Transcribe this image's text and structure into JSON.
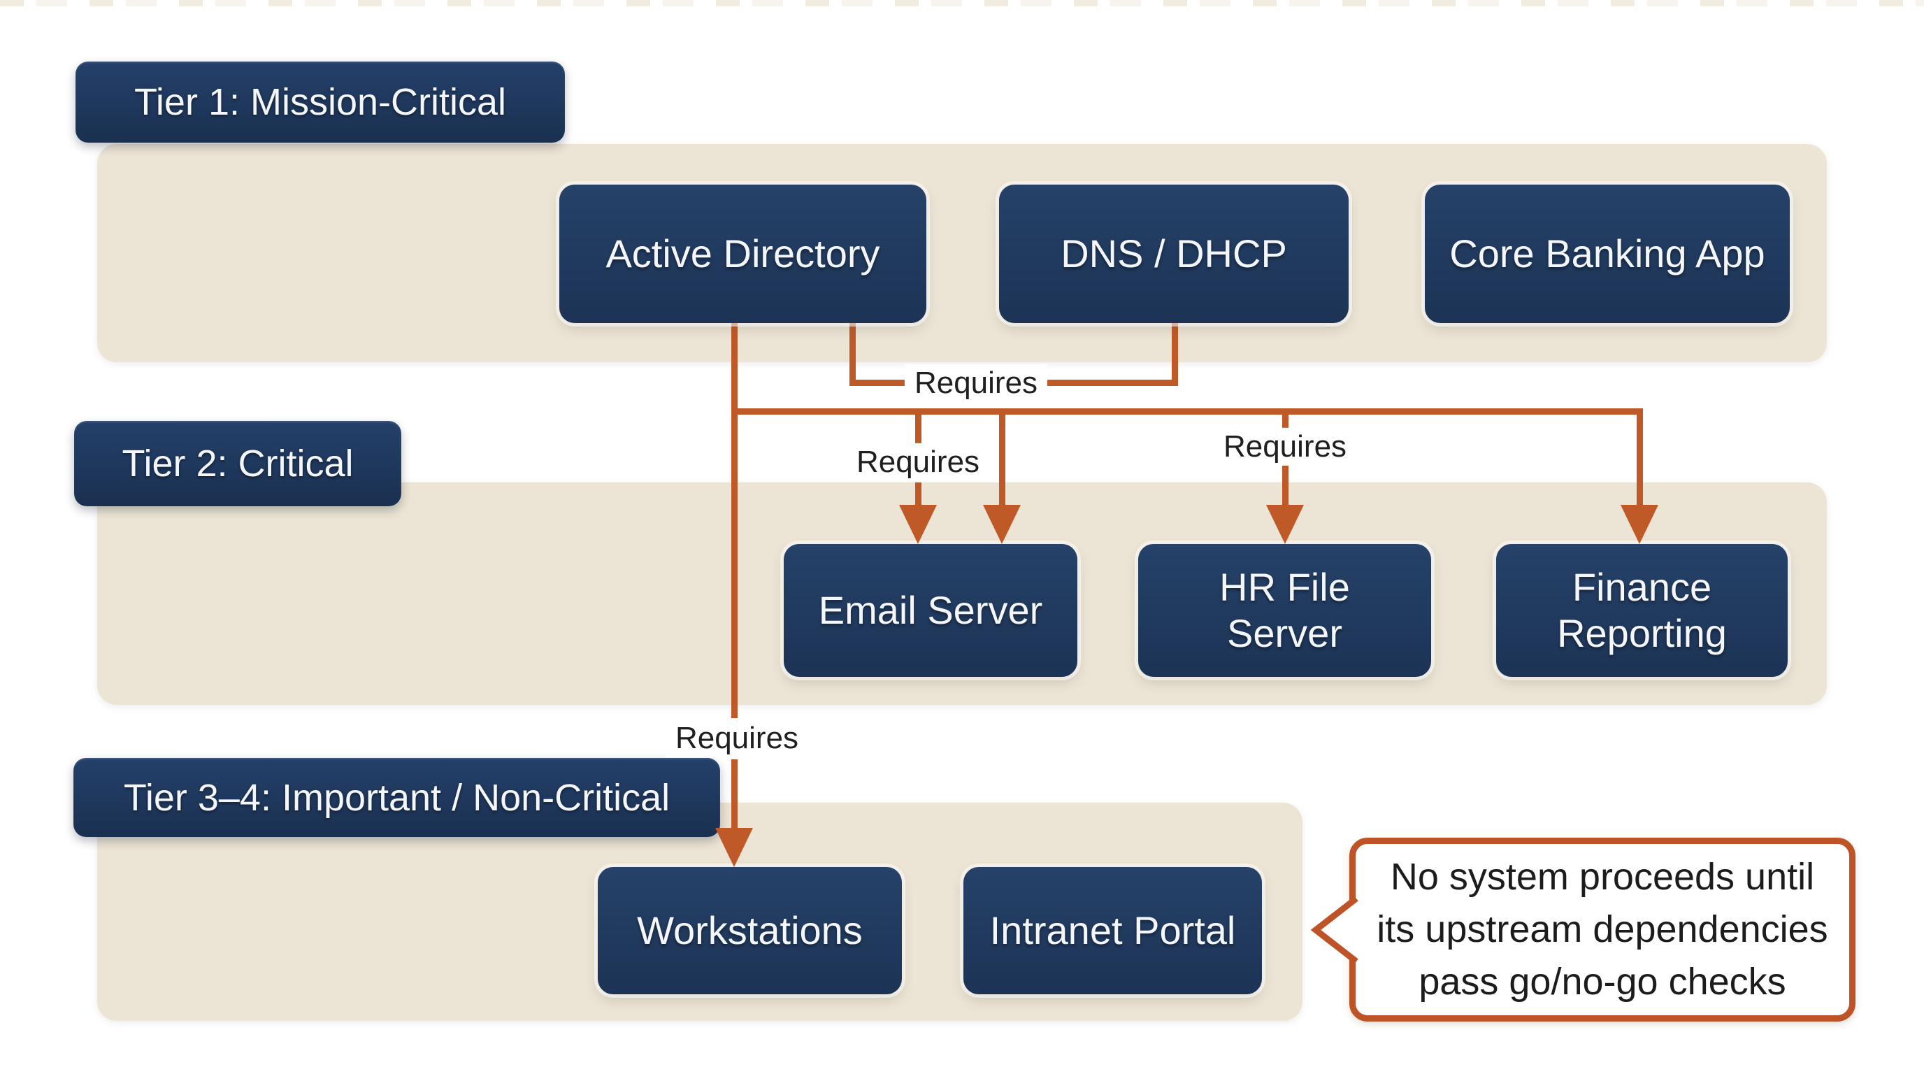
{
  "colors": {
    "navy_box": "#213a5e",
    "navy_label": "#1d3457",
    "band_beige": "#ece4d4",
    "line_orange": "#bf5a28",
    "callout_border": "#bd5327",
    "label_text": "#f4f6fa",
    "dark_text": "#1f1f22",
    "page_bg": "#ffffff"
  },
  "tiers": [
    {
      "label": "Tier 1: Mission-Critical",
      "systems": [
        "Active Directory",
        "DNS / DHCP",
        "Core Banking App"
      ]
    },
    {
      "label": "Tier 2: Critical",
      "systems": [
        "Email Server",
        "HR File Server",
        "Finance Reporting"
      ]
    },
    {
      "label": "Tier 3–4: Important / Non-Critical",
      "systems": [
        "Workstations",
        "Intranet Portal"
      ]
    }
  ],
  "edges": [
    {
      "from": "Active Directory",
      "to": "DNS / DHCP",
      "label": "Requires"
    },
    {
      "from": "Active Directory",
      "to": "Email Server",
      "label": "Requires"
    },
    {
      "from": "Active Directory",
      "to": "Email Server",
      "label": ""
    },
    {
      "from": "Active Directory",
      "to": "HR File Server",
      "label": "Requires"
    },
    {
      "from": "Active Directory",
      "to": "Finance Reporting",
      "label": ""
    },
    {
      "from": "Active Directory",
      "to": "Workstations",
      "label": "Requires"
    }
  ],
  "callout": {
    "lines": [
      "No system proceeds until",
      "its upstream dependencies",
      "pass go/no-go checks"
    ]
  }
}
